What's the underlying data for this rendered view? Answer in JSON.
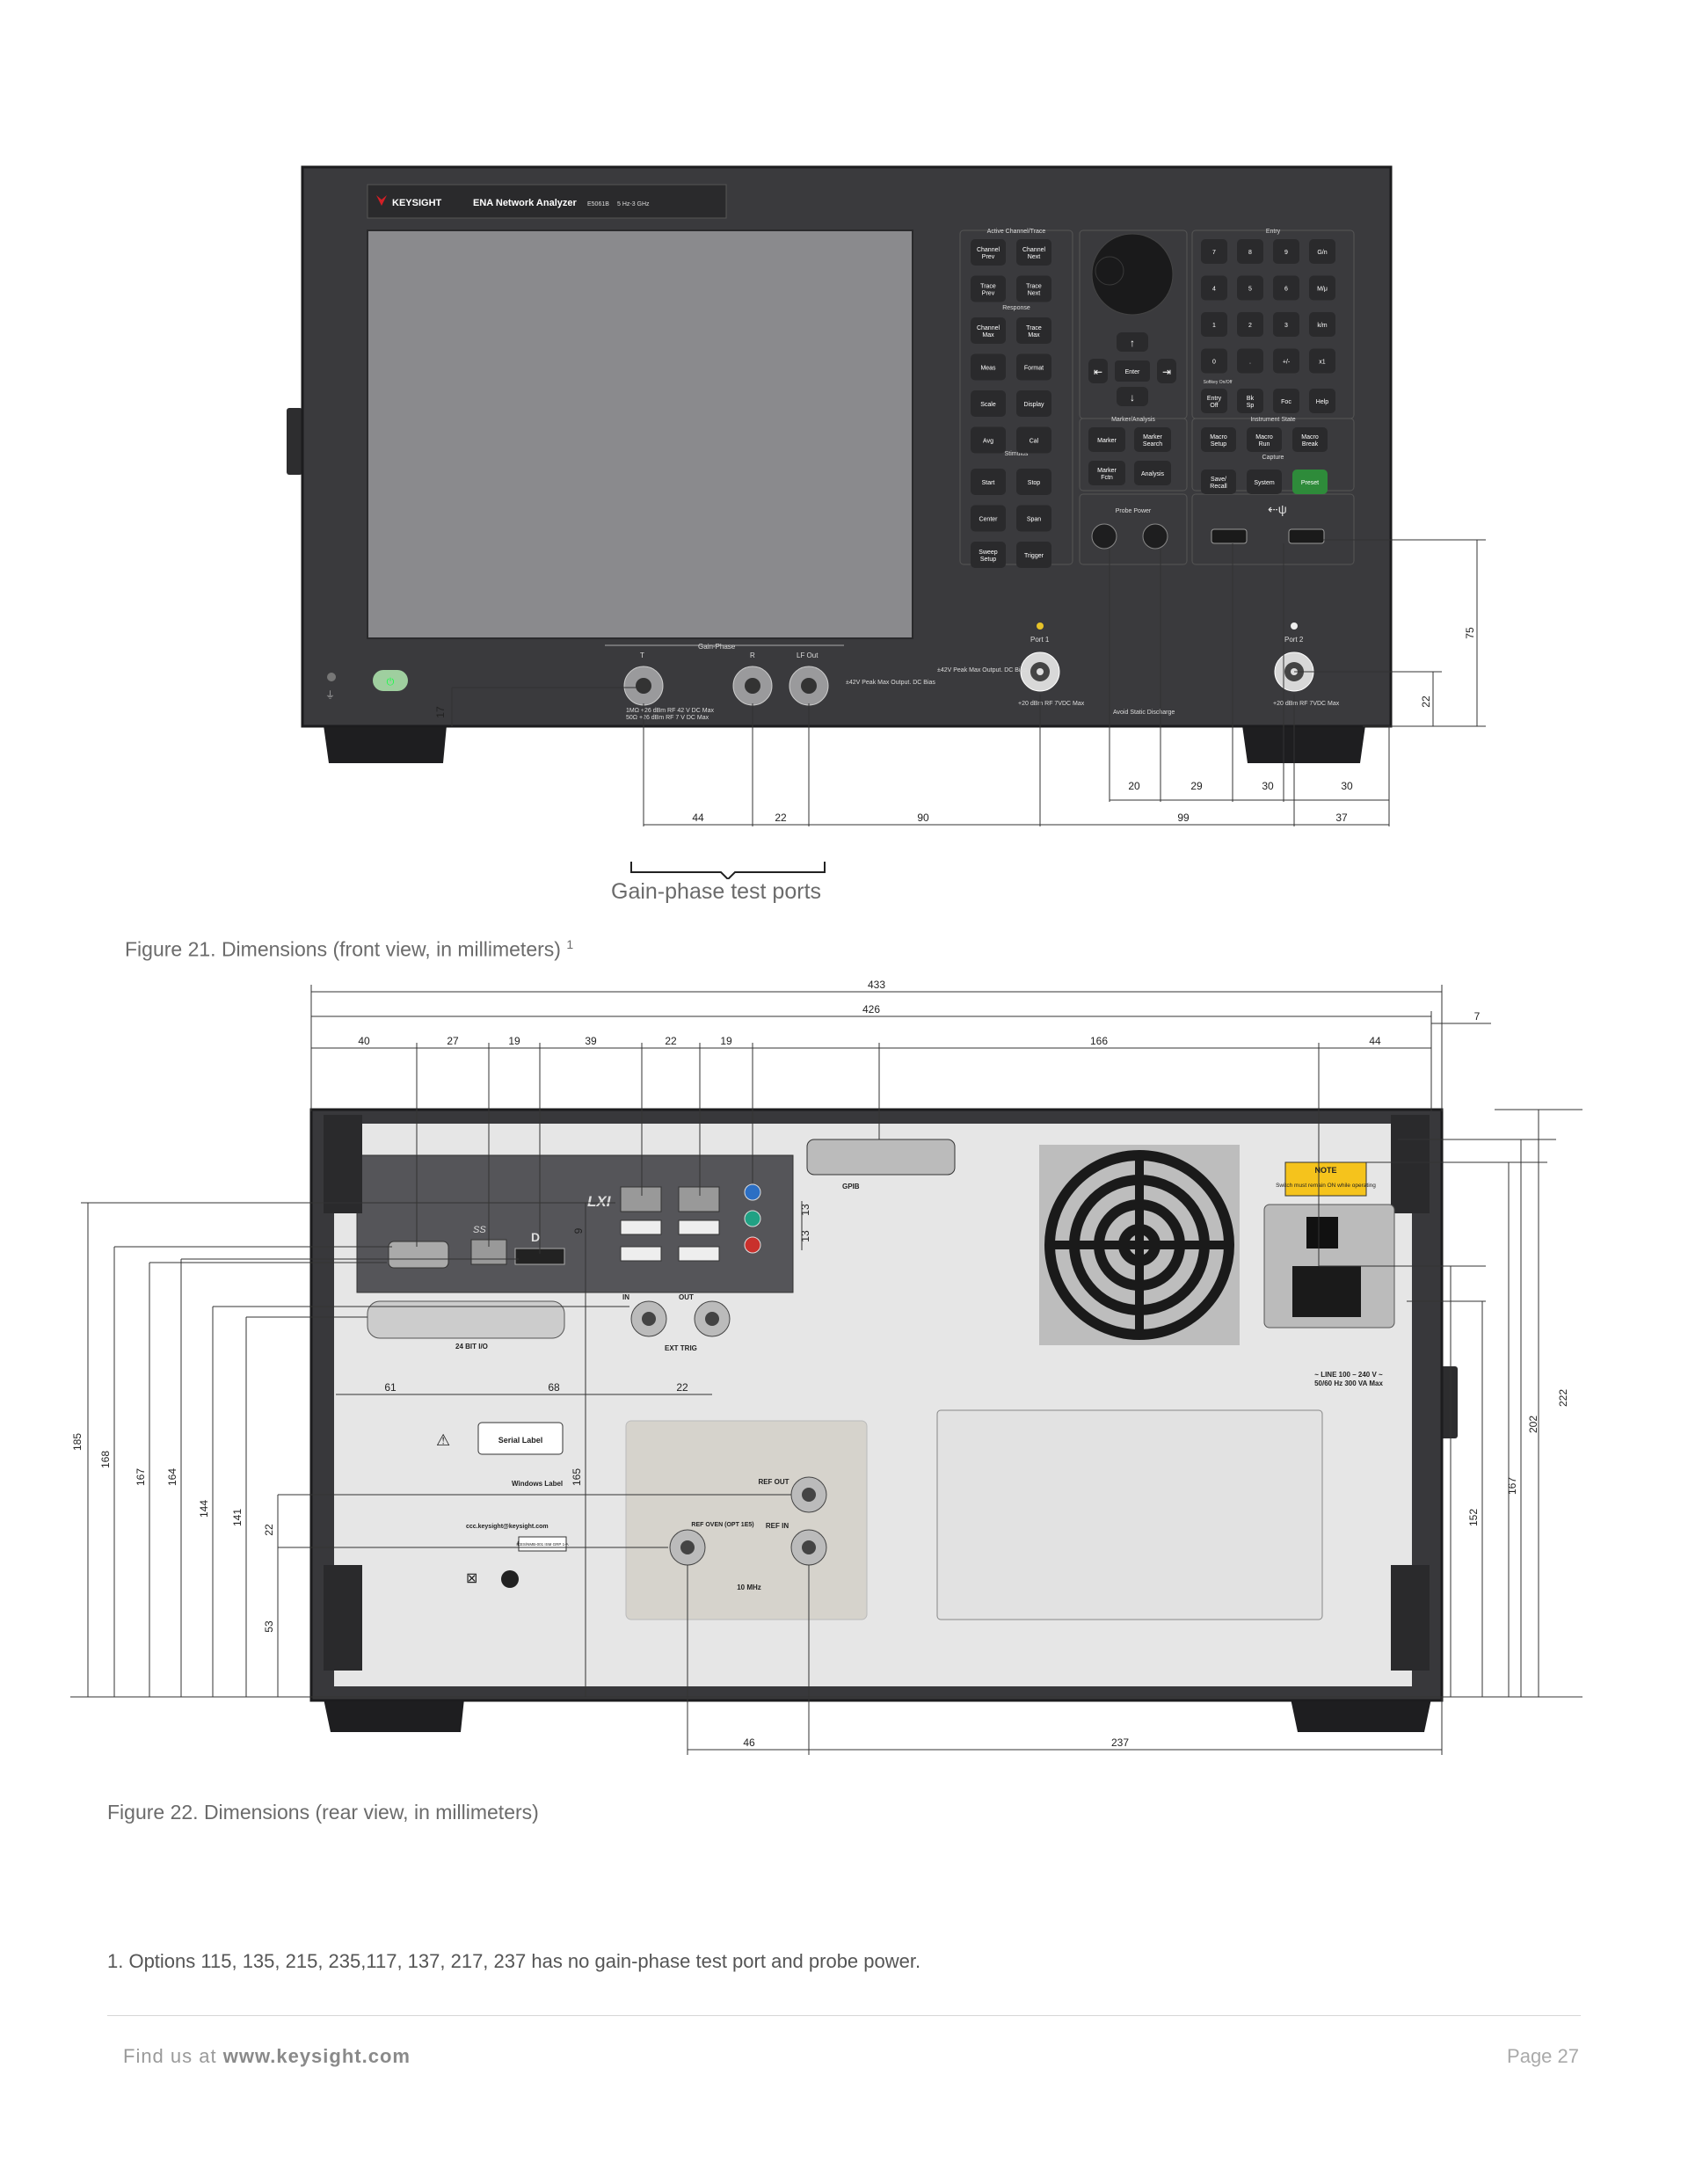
{
  "front_view": {
    "brand": "KEYSIGHT",
    "product": "ENA Network Analyzer",
    "model": "E5061B",
    "freq_range": "5 Hz-3 GHz",
    "sections": {
      "active_channel": "Active Channel/Trace",
      "response": "Response",
      "stimulus": "Stimulus",
      "marker_analysis": "Marker/Analysis",
      "entry": "Entry",
      "instrument_state": "Instrument State",
      "capture": "Capture",
      "probe_power": "Probe Power",
      "softkey": "Softkey On/Off"
    },
    "left_keys": [
      "Channel Prev",
      "Channel Next",
      "Trace Prev",
      "Trace Next",
      "Channel Max",
      "Trace Max",
      "Meas",
      "Format",
      "Scale",
      "Display",
      "Avg",
      "Cal",
      "Start",
      "Stop",
      "Center",
      "Span",
      "Sweep Setup",
      "Trigger"
    ],
    "nav_keys": {
      "enter": "Enter"
    },
    "marker_keys": [
      "Marker",
      "Marker Search",
      "Marker Fctn",
      "Analysis"
    ],
    "entry_keys": [
      "7",
      "8",
      "9",
      "G/n",
      "4",
      "5",
      "6",
      "M/μ",
      "1",
      "2",
      "3",
      "k/m",
      "0",
      ".",
      "+/-",
      "x1",
      "Entry Off",
      "Bk Sp",
      "Foc",
      "Help"
    ],
    "state_keys": [
      "Macro Setup",
      "Macro Run",
      "Macro Break",
      "Save/ Recall",
      "System",
      "Preset"
    ],
    "port_labels": {
      "gain_phase": "Gain-Phase",
      "t": "T",
      "r": "R",
      "lf_out": "LF Out",
      "port1": "Port 1",
      "port2": "Port 2",
      "gp_warning_1": "1MΩ +26 dBm RF  42 V DC Max",
      "gp_warning_2": "50Ω +26 dBm RF  7 V DC Max",
      "lf_warning": "±42V Peak Max Output. DC Bias",
      "port_warning": "±42V Peak Max Output. DC Bias",
      "port_rating_1": "+20 dBm RF 7VDC Max",
      "port_rating_2": "+20 dBm RF 7VDC Max",
      "static": "Avoid Static Discharge"
    },
    "dims": [
      "17",
      "75",
      "22",
      "20",
      "29",
      "30",
      "30",
      "44",
      "22",
      "90",
      "99",
      "37"
    ]
  },
  "bracket_label": "Gain-phase test ports",
  "figure21_caption": "Figure 21. Dimensions (front view, in millimeters)",
  "figure21_sup": "1",
  "rear_view": {
    "top_dims": [
      "433",
      "426",
      "7",
      "40",
      "27",
      "19",
      "39",
      "22",
      "19",
      "166",
      "44"
    ],
    "left_dims": [
      "185",
      "168",
      "167",
      "164",
      "144",
      "141",
      "22",
      "53",
      "165"
    ],
    "right_dims": [
      "152",
      "167",
      "202",
      "222"
    ],
    "bottom_dims": [
      "46",
      "237"
    ],
    "inner_dims": [
      "13",
      "13",
      "9",
      "61",
      "68",
      "22"
    ],
    "labels": {
      "gpib": "GPIB",
      "io": "24 BIT I/O",
      "ext_trig": "EXT TRIG",
      "in": "IN",
      "out": "OUT",
      "ref_out": "REF OUT",
      "ref_oven": "REF OVEN (OPT 1E5)",
      "ref_in": "REF IN",
      "mhz": "10 MHz",
      "serial": "Serial Label",
      "windows": "Windows Label",
      "email": "ccc.keysight@keysight.com",
      "ices": "ICES/NMB-001 ISM GRP 1-A",
      "note_title": "NOTE",
      "note_body": "Switch must remain ON while operating",
      "line": "~ LINE  100 – 240 V ~",
      "line2": "50/60 Hz 300 VA Max",
      "lxi": "LXI",
      "ss": "SS"
    }
  },
  "figure22_caption": "Figure 22. Dimensions (rear view, in millimeters)",
  "footnote": "1.   Options 115, 135, 215, 235,117, 137, 217, 237 has no gain-phase test port and probe power.",
  "footer": {
    "prefix": "Find us at ",
    "url": "www.keysight.com",
    "page": "Page 27"
  },
  "colors": {
    "panel": "#3b3b3e",
    "bezel": "#2c2c2e",
    "screen": "#8a8a8d",
    "button": "#2a2a2c",
    "preset": "#2e8b3a",
    "brand_red": "#d31f26",
    "rear_plate": "#e6e6e6",
    "note_yellow": "#f5c31c"
  }
}
